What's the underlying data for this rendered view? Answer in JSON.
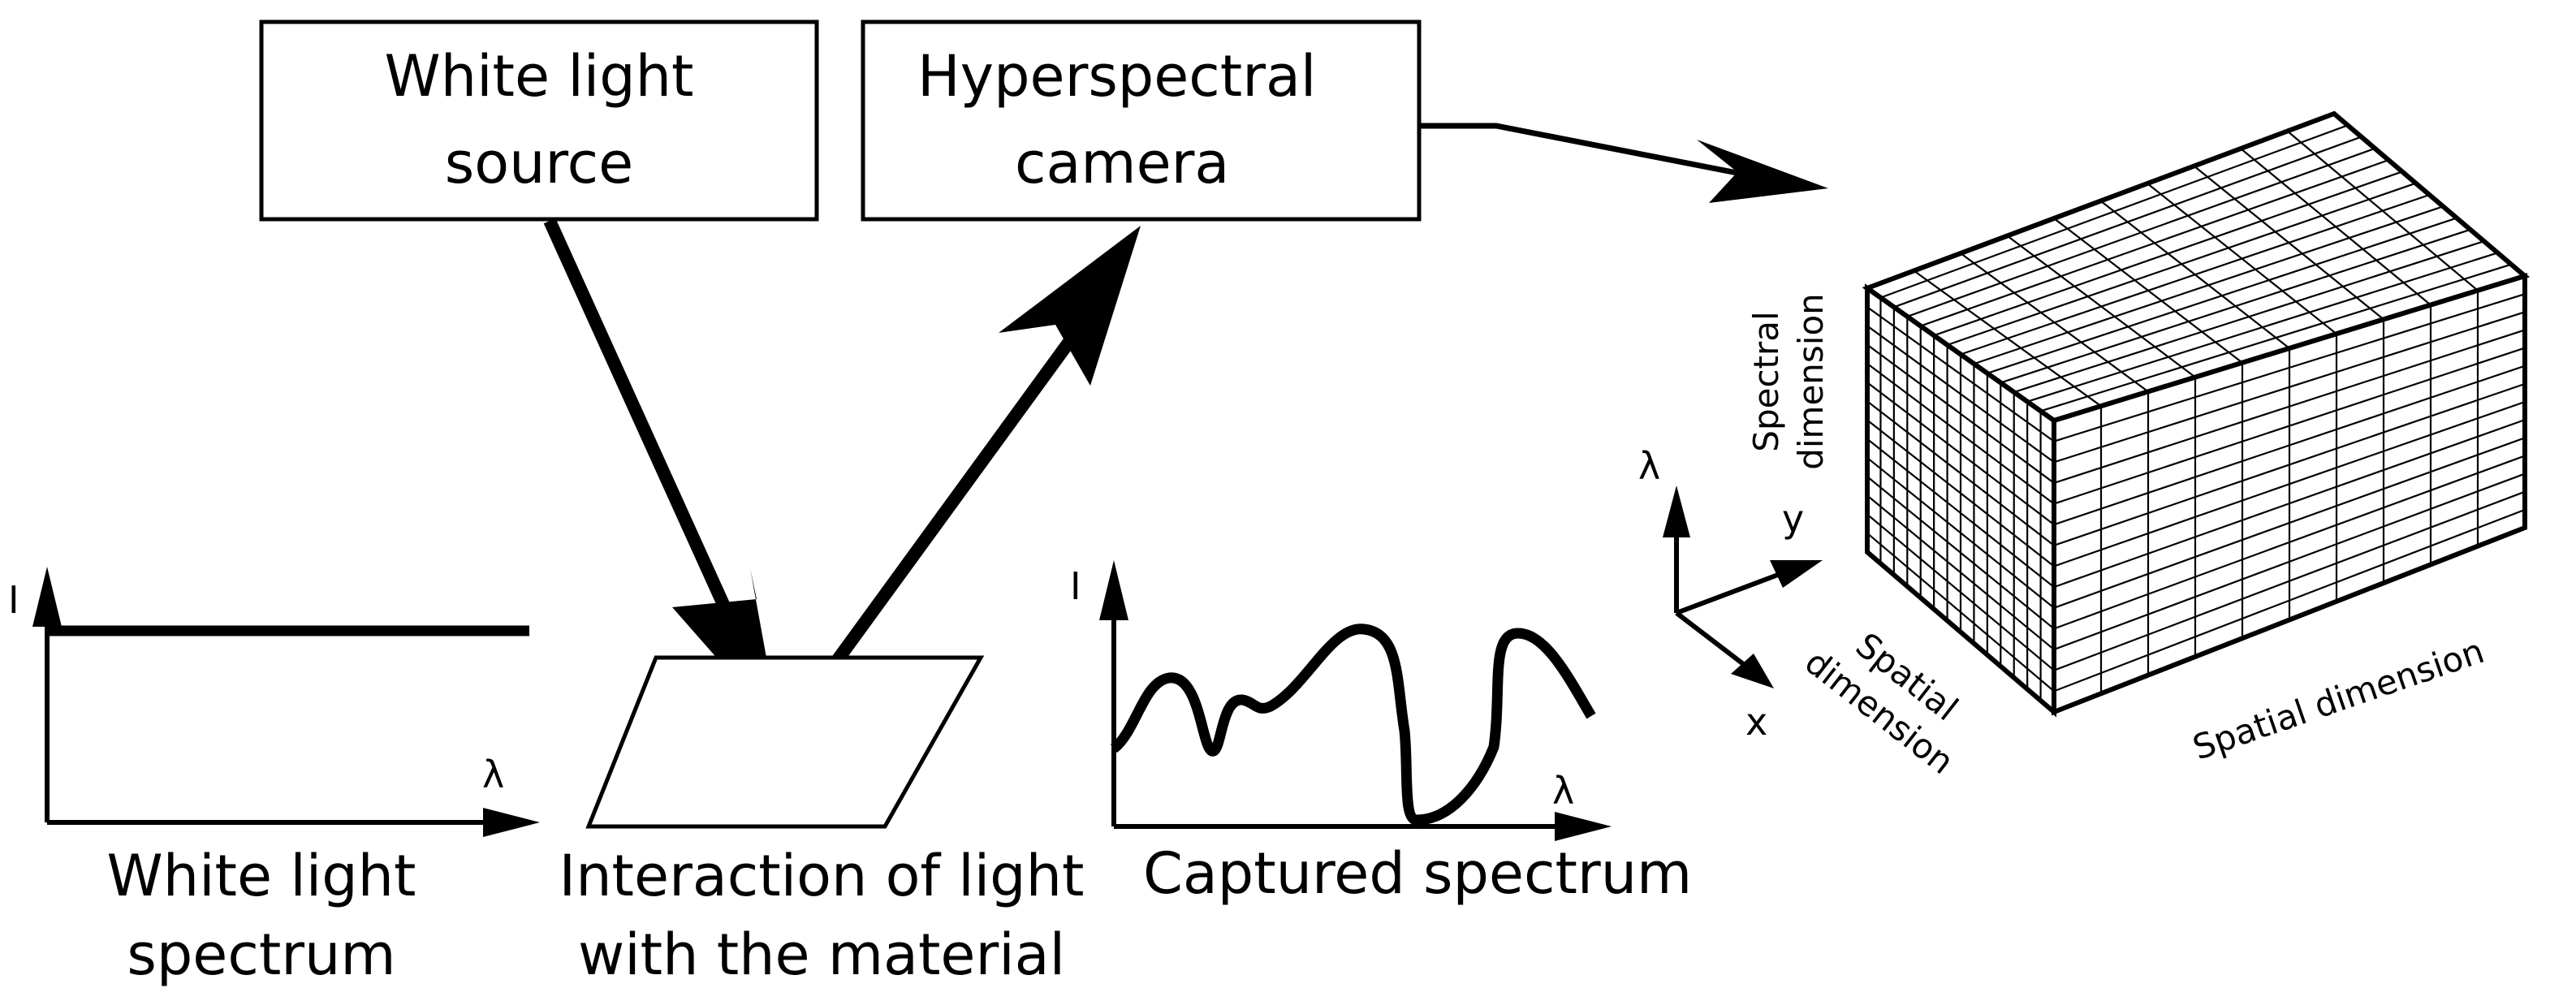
{
  "boxes": {
    "light_source": {
      "line1": "White light",
      "line2": "source"
    },
    "camera": {
      "line1": "Hyperspectral",
      "line2": "camera"
    }
  },
  "captions": {
    "white_spectrum": {
      "line1": "White light",
      "line2": "spectrum"
    },
    "interaction": {
      "line1": "Interaction of light",
      "line2": "with the material"
    },
    "captured": "Captured spectrum"
  },
  "axes": {
    "intensity": "I",
    "wavelength": "λ",
    "x": "x",
    "y": "y"
  },
  "cube": {
    "spectral_label_line1": "Spectral",
    "spectral_label_line2": "dimension",
    "spatial_side_line1": "Spatial",
    "spatial_side_line2": "dimension",
    "spatial_front": "Spatial dimension"
  },
  "colors": {
    "stroke": "#000000",
    "background": "#ffffff"
  }
}
